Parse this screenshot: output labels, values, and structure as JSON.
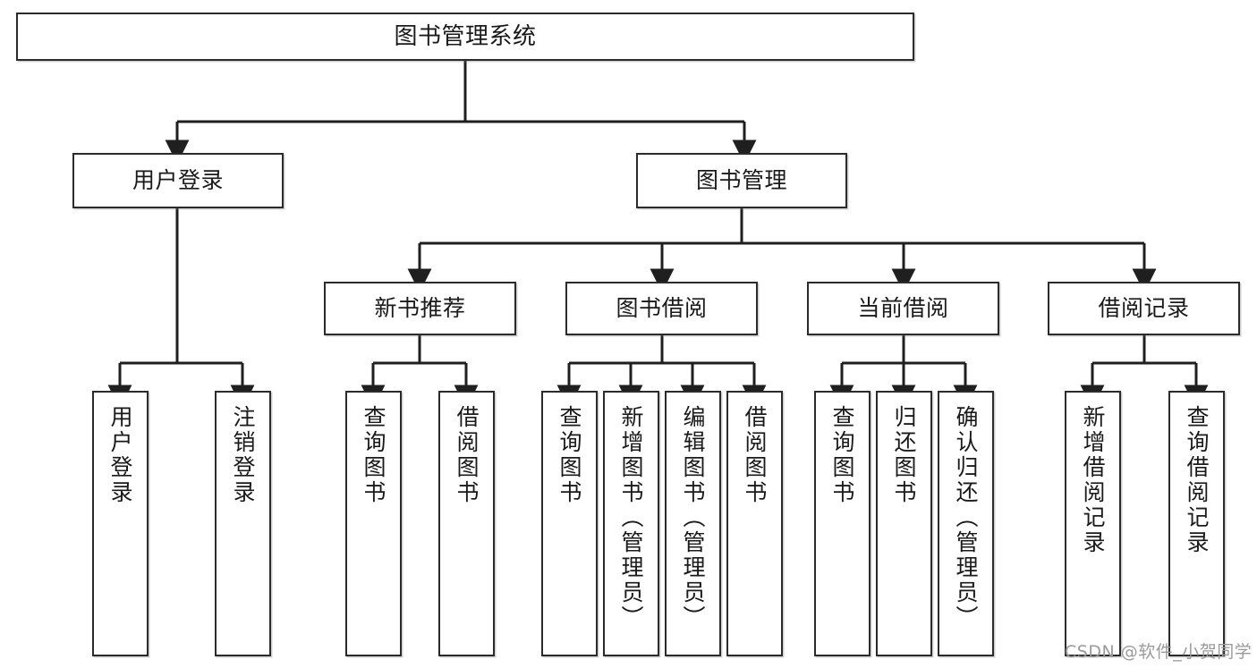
{
  "diagram": {
    "title": "图书管理系统",
    "orientation": "top-down-tree",
    "colors": {
      "node_border": "#2b2b2b",
      "node_fill": "#ffffff",
      "edge": "#1f1f1f",
      "watermark": "#9a9a9a",
      "background": "#ffffff"
    },
    "root": {
      "label": "图书管理系统"
    },
    "level2": [
      {
        "label": "用户登录"
      },
      {
        "label": "图书管理"
      }
    ],
    "level3": [
      {
        "label": "新书推荐"
      },
      {
        "label": "图书借阅"
      },
      {
        "label": "当前借阅"
      },
      {
        "label": "借阅记录"
      }
    ],
    "leaves": {
      "user_login": [
        {
          "label": "用户登录"
        },
        {
          "label": "注销登录"
        }
      ],
      "new_book_recommend": [
        {
          "label": "查询图书"
        },
        {
          "label": "借阅图书"
        }
      ],
      "book_borrow": [
        {
          "label": "查询图书"
        },
        {
          "label": "新增图书（管理员）"
        },
        {
          "label": "编辑图书（管理员）"
        },
        {
          "label": "借阅图书"
        }
      ],
      "current_borrow": [
        {
          "label": "查询图书"
        },
        {
          "label": "归还图书"
        },
        {
          "label": "确认归还（管理员）"
        }
      ],
      "borrow_record": [
        {
          "label": "新增借阅记录"
        },
        {
          "label": "查询借阅记录"
        }
      ]
    }
  },
  "watermark": {
    "text": "CSDN @软件_小贺同学"
  }
}
